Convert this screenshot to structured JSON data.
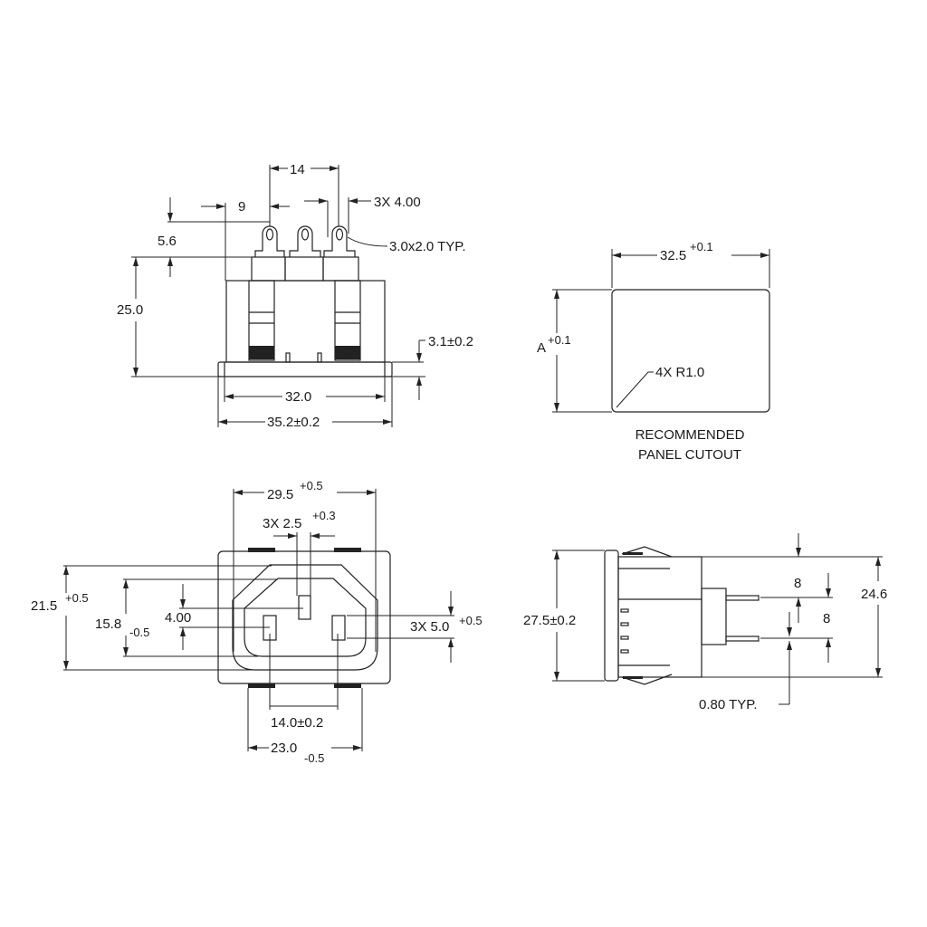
{
  "top_view": {
    "dim_pin_pitch": "14",
    "dim_offset": "9",
    "dim_tab_width": "3X 4.00",
    "dim_tab_height": "5.6",
    "dim_hole": "3.0x2.0 TYP.",
    "dim_height": "25.0",
    "dim_flange": "3.1±0.2",
    "dim_body_width": "32.0",
    "dim_flange_width": "35.2±0.2"
  },
  "cutout_view": {
    "dim_width": "32.5",
    "dim_width_tol": "+0.1",
    "dim_height": "A",
    "dim_height_tol": "+0.1",
    "dim_radius": "4X R1.0",
    "caption_line1": "RECOMMENDED",
    "caption_line2": "PANEL CUTOUT"
  },
  "front_view": {
    "dim_outer_width": "29.5",
    "dim_outer_width_tol": "+0.5",
    "dim_pin_width": "3X 2.5",
    "dim_pin_width_tol": "+0.3",
    "dim_outer_height": "21.5",
    "dim_outer_height_tol": "+0.5",
    "dim_inner_height": "15.8",
    "dim_inner_height_tol": "-0.5",
    "dim_pin_offset": "4.00",
    "dim_pin_length": "3X 5.0",
    "dim_pin_length_tol": "+0.5",
    "dim_pin_spacing": "14.0±0.2",
    "dim_pad_width": "23.0",
    "dim_pad_width_tol": "-0.5"
  },
  "side_view": {
    "dim_flange_height": "27.5±0.2",
    "dim_body_height": "24.6",
    "dim_pin_gap_1": "8",
    "dim_pin_gap_2": "8",
    "dim_pin_thickness": "0.80 TYP."
  }
}
